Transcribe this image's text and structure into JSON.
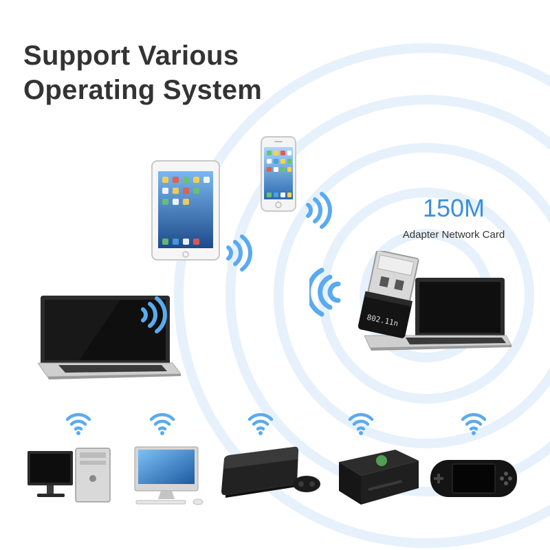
{
  "headline": {
    "line1": "Support Various",
    "line2": "Operating System"
  },
  "product": {
    "speed": "150M",
    "subtitle": "Adapter Network Card",
    "chip_label": "802.11n"
  },
  "devices_top": [
    "tablet",
    "smartphone",
    "laptop",
    "laptop-with-usb-adapter"
  ],
  "devices_bottom": [
    "desktop-pc",
    "all-in-one-computer",
    "game-console",
    "xbox-console",
    "handheld-game-console"
  ],
  "colors": {
    "title": "#333333",
    "accent": "#3a8fe0",
    "signal": "#5aaaf0",
    "rings": "#e4f0fb"
  }
}
